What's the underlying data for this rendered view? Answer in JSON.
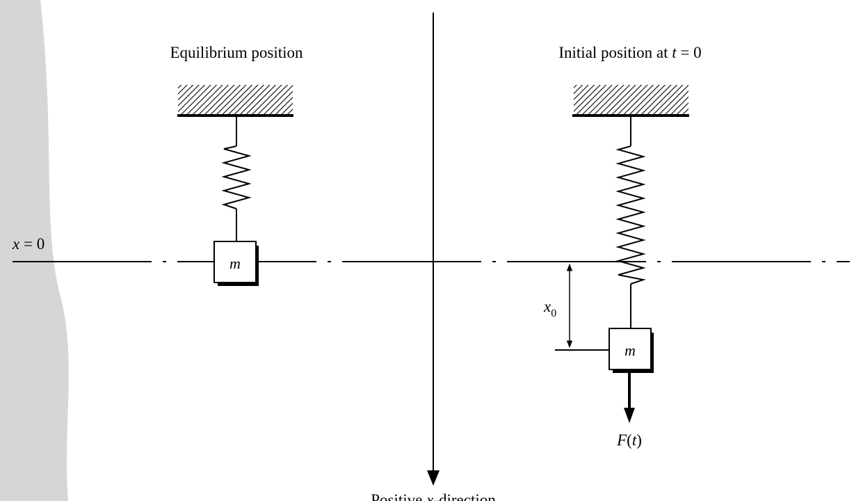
{
  "left_panel": {
    "title": "Equilibrium position",
    "mass_label": "m"
  },
  "right_panel": {
    "title_prefix": "Initial position at ",
    "title_var": "t",
    "title_suffix": " = 0",
    "mass_label": "m",
    "displacement_var": "x",
    "displacement_sub": "0",
    "force_func": "F",
    "force_arg": "t"
  },
  "reference_line": {
    "var": "x",
    "suffix": " = 0"
  },
  "axis": {
    "label_prefix": "Positive ",
    "label_var": "x",
    "label_suffix": "-direction"
  },
  "colors": {
    "ink": "#000000",
    "margin_shade": "#d6d6d6",
    "background": "#ffffff"
  }
}
